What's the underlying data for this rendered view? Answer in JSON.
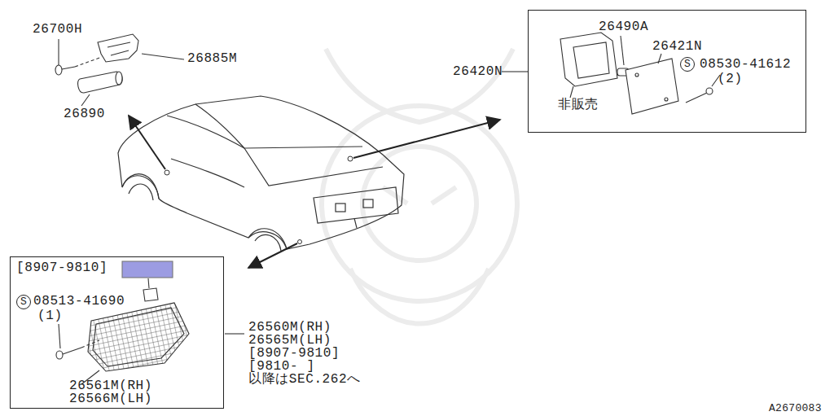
{
  "diagram": {
    "nodes": [
      {
        "text": [
          "26490A",
          "26421N",
          "S",
          "08530-41612",
          "(2)",
          "非販売"
        ]
      },
      {
        "text": [
          "[8907-9810]",
          "S",
          "08513-41690",
          "(1)",
          "26561M(RH)",
          "26566M(LH)"
        ]
      }
    ],
    "labels": [
      "26700H",
      "26885M",
      "26890",
      "26420N",
      "26560M(RH)",
      "26565M(LH)",
      "[8907-9810]",
      "[9810- ]",
      "以降はSEC.262へ",
      "A2670083"
    ]
  }
}
